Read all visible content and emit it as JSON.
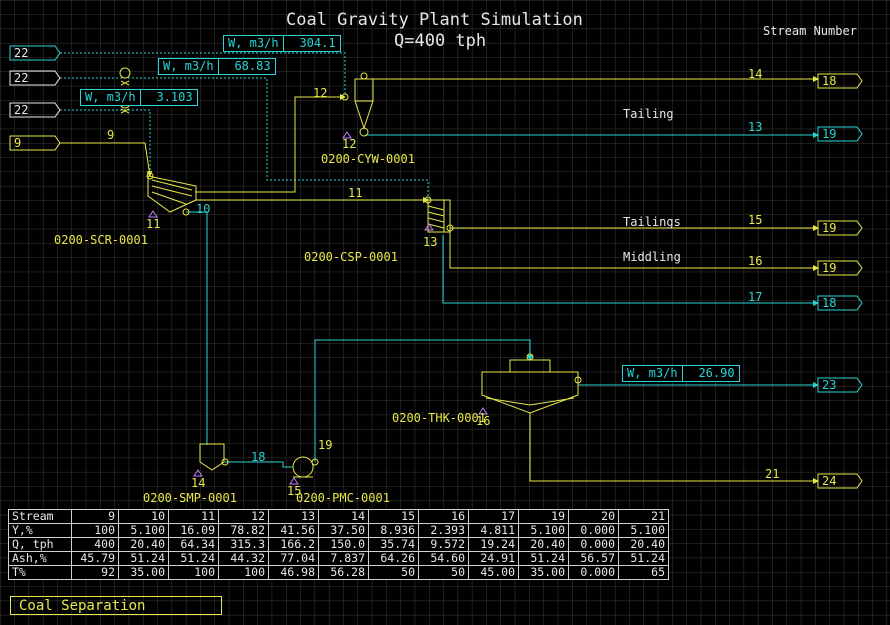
{
  "title": "Coal Gravity Plant Simulation",
  "subtitle": "Q=400 tph",
  "stream_number_label": "Stream Number",
  "water_boxes": [
    {
      "label": "W, m3/h",
      "value": "304.1"
    },
    {
      "label": "W, m3/h",
      "value": "68.83"
    },
    {
      "label": "W, m3/h",
      "value": "3.103"
    },
    {
      "label": "W, m3/h",
      "value": "26.90"
    }
  ],
  "inputs": [
    "22",
    "22",
    "22",
    "9"
  ],
  "outputs": [
    "18",
    "19",
    "19",
    "19",
    "18",
    "23",
    "24"
  ],
  "stream_labels": [
    "9",
    "10",
    "11",
    "12",
    "13",
    "14",
    "15",
    "16",
    "17",
    "18",
    "19",
    "21"
  ],
  "unit_numbers": [
    "11",
    "12",
    "13",
    "14",
    "15",
    "16"
  ],
  "equipment": [
    "0200-SCR-0001",
    "0200-CYW-0001",
    "0200-CSP-0001",
    "0200-THK-0001",
    "0200-SMP-0001",
    "0200-PMC-0001"
  ],
  "product_labels": [
    "Tailing",
    "Tailings",
    "Middling"
  ],
  "table": {
    "header": [
      "Stream",
      "9",
      "10",
      "11",
      "12",
      "13",
      "14",
      "15",
      "16",
      "17",
      "19",
      "20",
      "21"
    ],
    "rows": [
      [
        "Y,%",
        "100",
        "5.100",
        "16.09",
        "78.82",
        "41.56",
        "37.50",
        "8.936",
        "2.393",
        "4.811",
        "5.100",
        "0.000",
        "5.100"
      ],
      [
        "Q, tph",
        "400",
        "20.40",
        "64.34",
        "315.3",
        "166.2",
        "150.0",
        "35.74",
        "9.572",
        "19.24",
        "20.40",
        "0.000",
        "20.40"
      ],
      [
        "Ash,%",
        "45.79",
        "51.24",
        "51.24",
        "44.32",
        "77.04",
        "7.837",
        "64.26",
        "54.60",
        "24.91",
        "51.24",
        "56.57",
        "51.24"
      ],
      [
        "T%",
        "92",
        "35.00",
        "100",
        "100",
        "46.98",
        "56.28",
        "50",
        "50",
        "45.00",
        "35.00",
        "0.000",
        "65"
      ]
    ]
  },
  "footer": "Coal Separation",
  "colors": {
    "yellow": "#e8e84a",
    "cyan": "#2ad4d4",
    "grid": "#3a3a3a",
    "background": "#000000"
  }
}
